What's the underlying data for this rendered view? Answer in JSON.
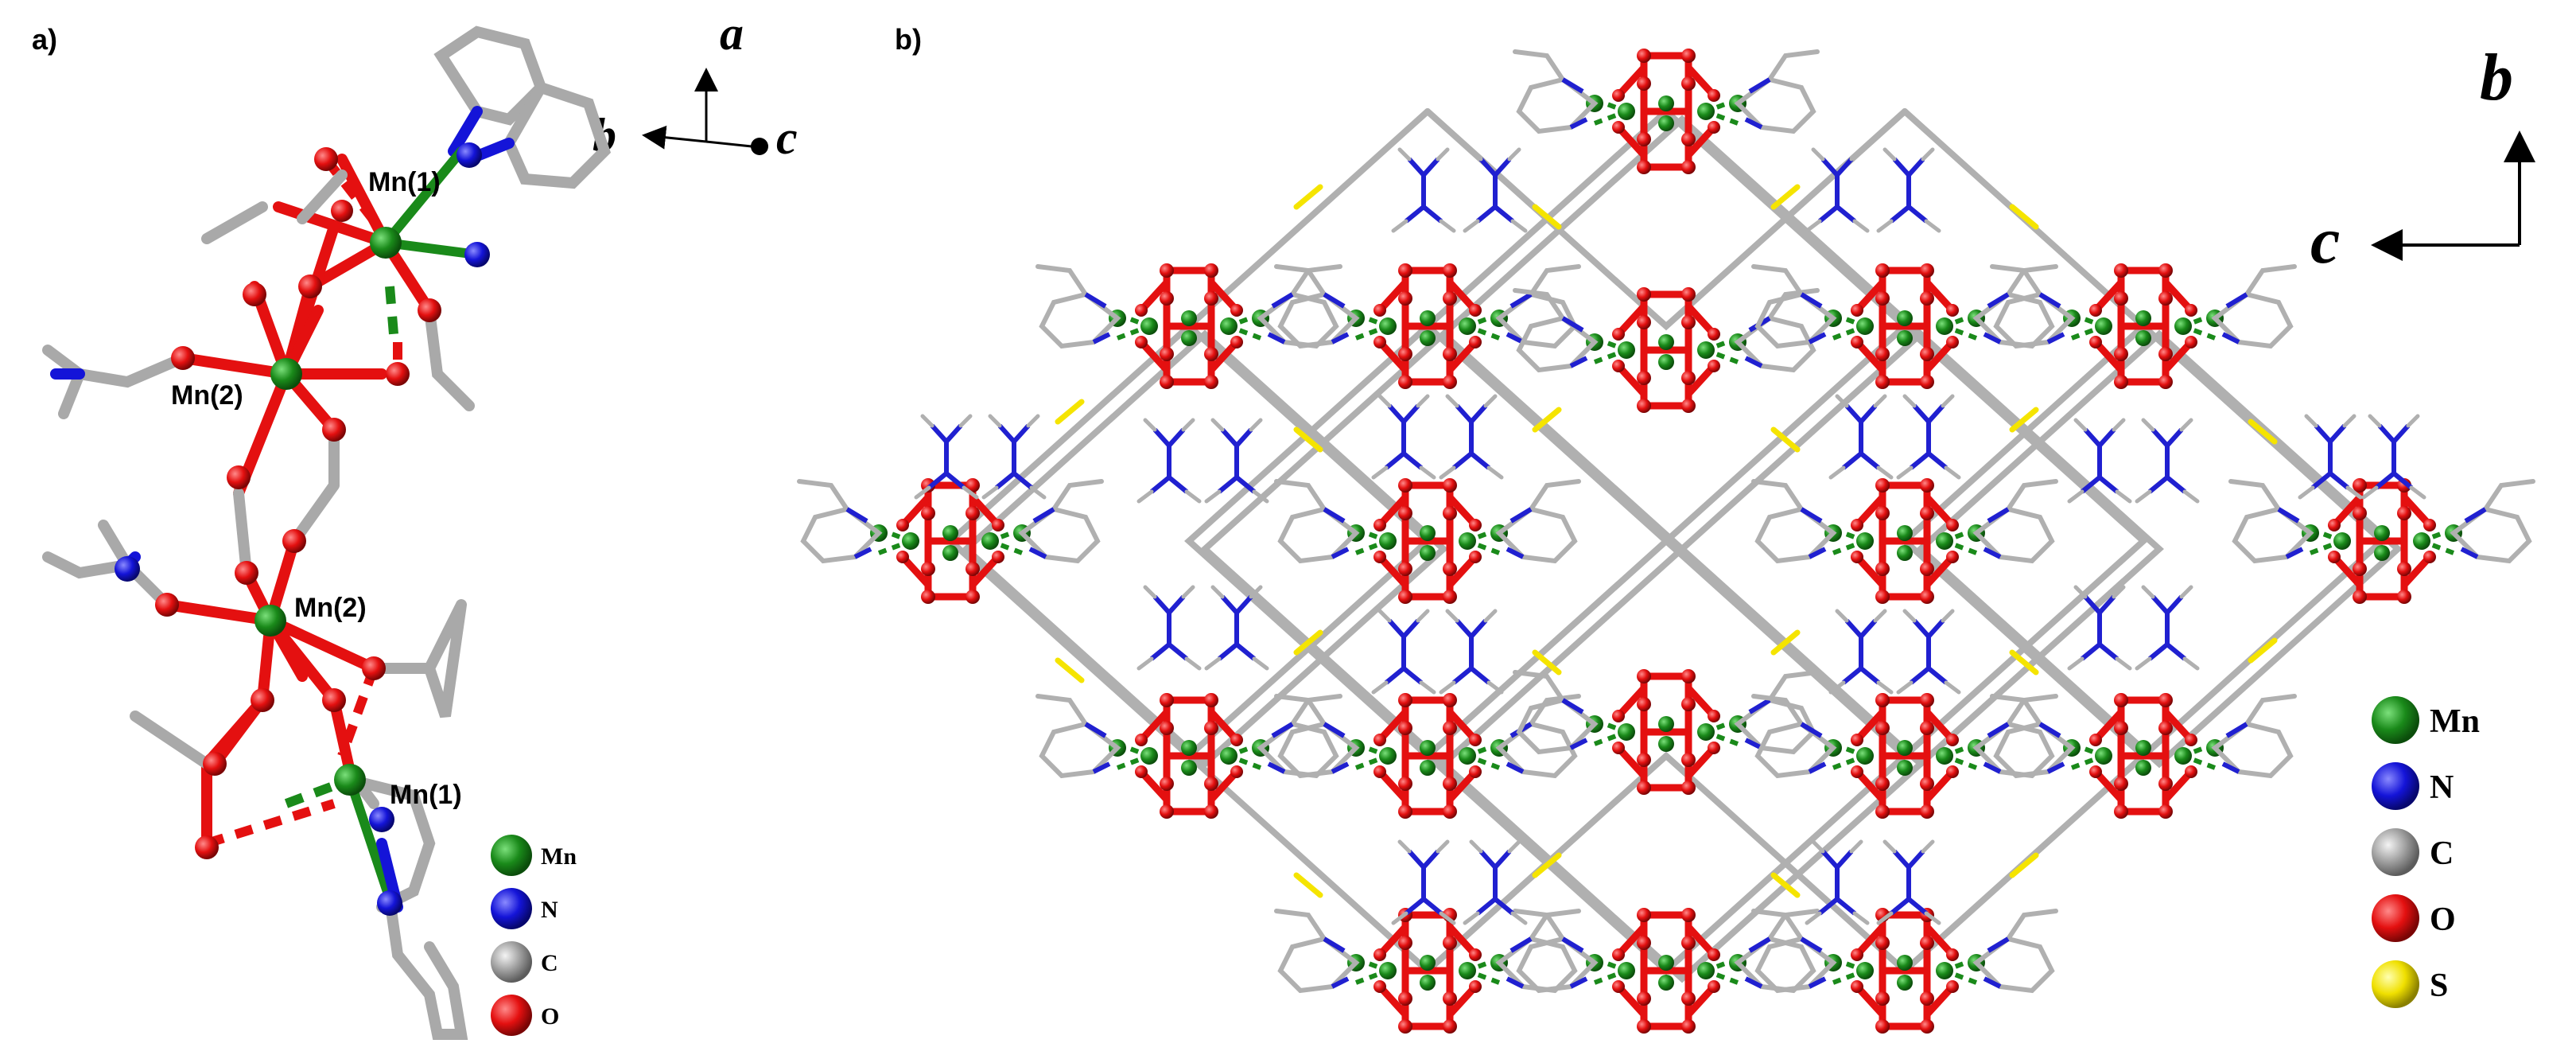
{
  "figure": {
    "panel_a_label": "a)",
    "panel_b_label": "b)",
    "panel_a": {
      "atom_labels": [
        "Mn(1)",
        "Mn(2)",
        "Mn(2)",
        "Mn(1)"
      ],
      "axes": {
        "up": "a",
        "left": "b",
        "out": "c"
      },
      "legend": [
        {
          "symbol": "Mn",
          "color": "#1a8a1a"
        },
        {
          "symbol": "N",
          "color": "#1414d8"
        },
        {
          "symbol": "C",
          "color": "#a0a0a0"
        },
        {
          "symbol": "O",
          "color": "#e41010"
        }
      ]
    },
    "panel_b": {
      "axes": {
        "up": "b",
        "left": "c"
      },
      "legend": [
        {
          "symbol": "Mn",
          "color": "#1a8a1a"
        },
        {
          "symbol": "N",
          "color": "#1414d8"
        },
        {
          "symbol": "C",
          "color": "#a0a0a0"
        },
        {
          "symbol": "O",
          "color": "#e41010"
        },
        {
          "symbol": "S",
          "color": "#f0e000"
        }
      ]
    }
  }
}
